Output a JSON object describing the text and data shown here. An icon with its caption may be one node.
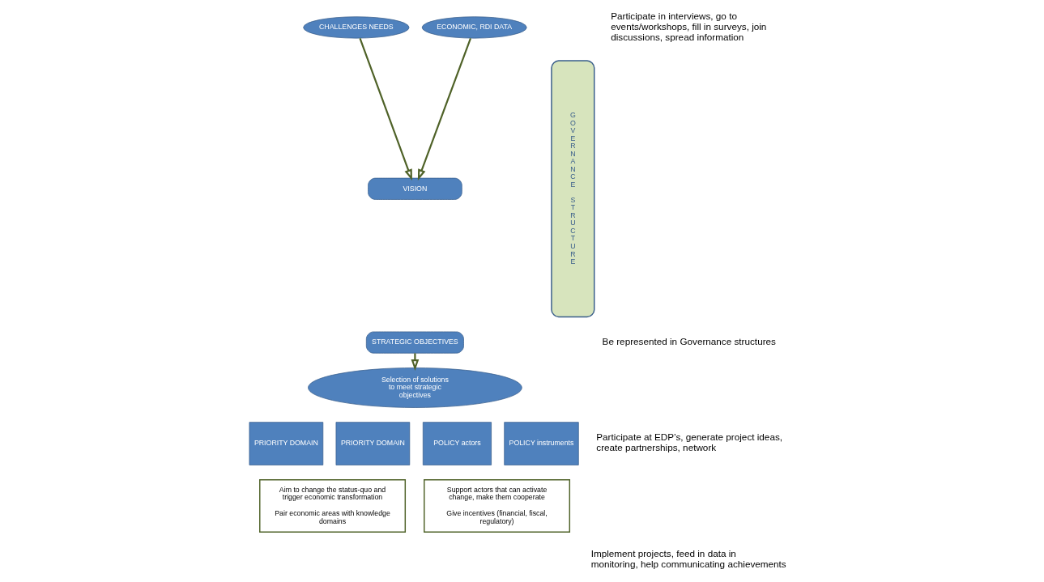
{
  "diagram": {
    "nodes": [
      {
        "text": [
          "CHALLENGES NEEDS"
        ]
      },
      {
        "text": [
          "ECONOMIC, RDI DATA"
        ]
      },
      {
        "text": [
          "VISION"
        ]
      },
      {
        "text": [
          "STRATEGIC OBJECTIVES"
        ]
      },
      {
        "text": [
          "Selection of solutions to meet strategic objectives"
        ]
      },
      {
        "text": [
          "PRIORITY DOMAIN"
        ]
      },
      {
        "text": [
          "PRIORITY DOMAIN"
        ]
      },
      {
        "text": [
          "POLICY actors"
        ]
      },
      {
        "text": [
          "POLICY instruments"
        ]
      },
      {
        "text": [
          "Aim to change the status-quo and trigger economic transformation",
          "Pair economic areas with knowledge domains"
        ]
      },
      {
        "text": [
          "Support actors that can activate change, make them cooperate",
          "Give incentives (financial, fiscal, regulatory)"
        ]
      },
      {
        "text": [
          "GOVERNANCE STRUCTURE"
        ]
      }
    ],
    "edges": [
      {
        "from": 0,
        "to": 2,
        "arrow": "to"
      },
      {
        "from": 1,
        "to": 2,
        "arrow": "to"
      },
      {
        "from": 3,
        "to": 4,
        "arrow": "to"
      }
    ],
    "labels": [
      "Participate in interviews, go to events/workshops, fill in surveys, join discussions, spread information",
      "Be represented in Governance structures",
      "Participate at EDP’s, generate project ideas, create partnerships, network",
      "Implement projects, feed in data in monitoring, help communicating achievements"
    ]
  }
}
